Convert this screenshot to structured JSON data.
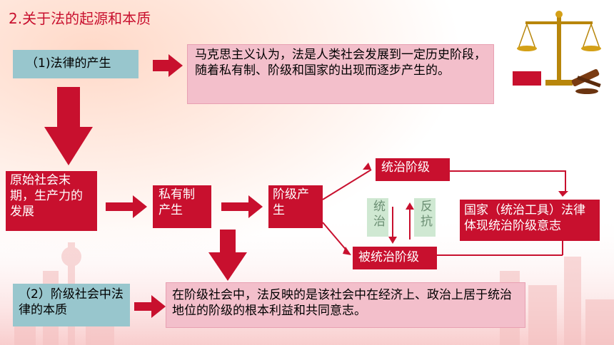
{
  "title": "2.关于法的起源和本质",
  "origin": {
    "label": "（1)法律的产生",
    "text": "马克思主义认为，法是人类社会发展到一定历史阶段，随着私有制、阶级和国家的出现而逐步产生的。"
  },
  "flow": {
    "start": "原始社会末期，生产力的发展",
    "private": "私有制产生",
    "class": "阶级产生",
    "ruling": "统治阶级",
    "ruled": "被统治阶级",
    "rule": "统治",
    "resist": "反抗",
    "state": "国家（统治工具）法律体现统治阶级意志"
  },
  "essence": {
    "label": "（2）阶级社会中法律的本质",
    "text": "在阶级社会中，法反映的是该社会中在经济上、政治上居于统治地位的阶级的根本利益和共同意志。"
  },
  "colors": {
    "red": "#c8102e",
    "teal": "#98c6cd",
    "pink": "#f3bfcb"
  },
  "icons": {
    "scale_image": "justice-scale-gavel-icon"
  }
}
